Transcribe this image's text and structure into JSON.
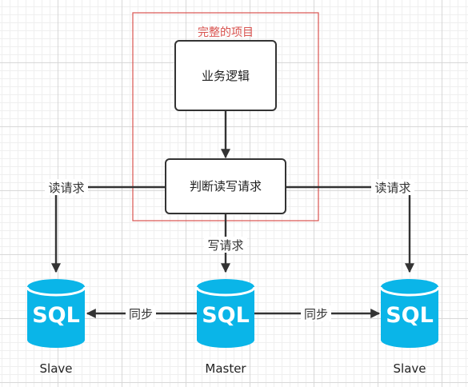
{
  "project": {
    "label": "完整的项目",
    "color": "#d9534f"
  },
  "boxes": {
    "business_logic": "业务逻辑",
    "rw_judge": "判断读写请求"
  },
  "edges": {
    "read_left": "读请求",
    "read_right": "读请求",
    "write": "写请求",
    "sync_left": "同步",
    "sync_right": "同步"
  },
  "databases": {
    "icon_text": "SQL",
    "color": "#0ab5e8",
    "slave_left": "Slave",
    "master": "Master",
    "slave_right": "Slave"
  }
}
